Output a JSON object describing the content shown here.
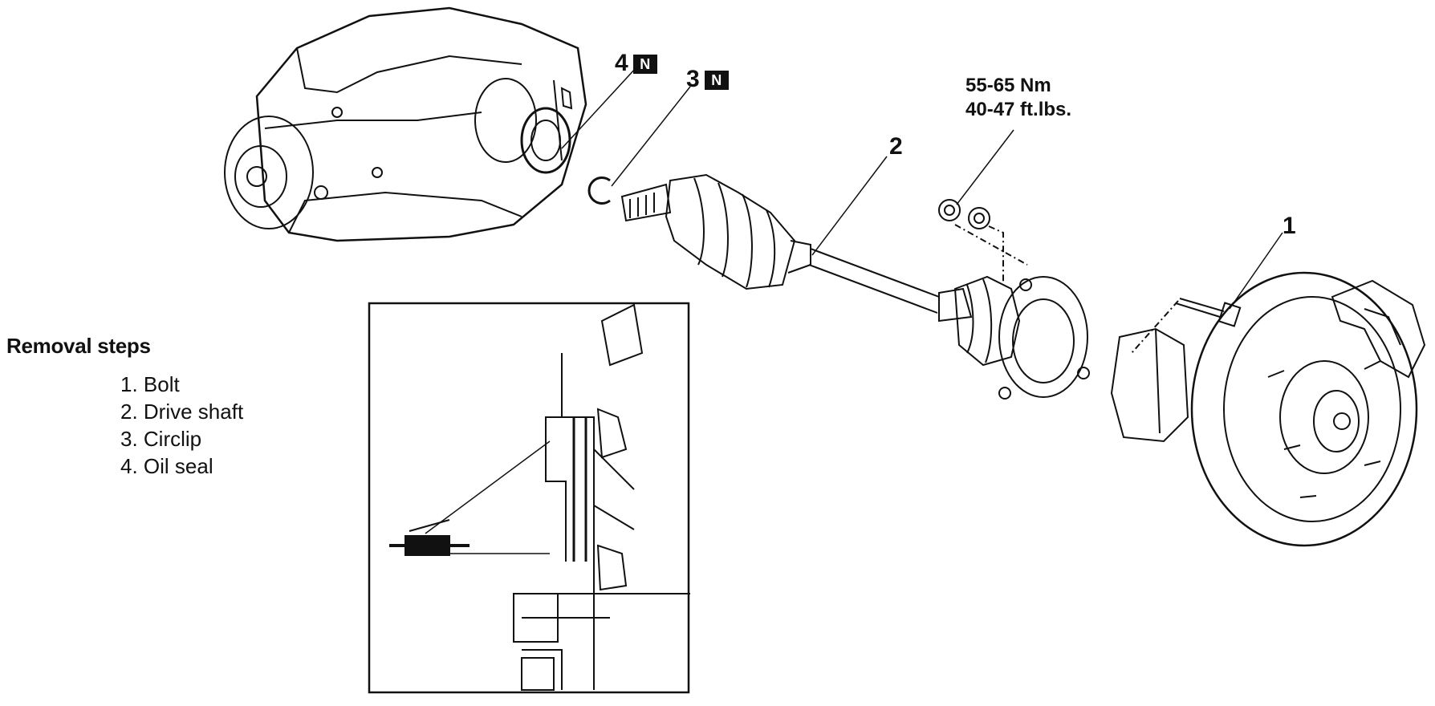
{
  "removal": {
    "heading": "Removal steps",
    "steps": [
      "1. Bolt",
      "2. Drive shaft",
      "3. Circlip",
      "4. Oil seal"
    ]
  },
  "callouts": {
    "c1": "1",
    "c2": "2",
    "c3": "3",
    "c4": "4",
    "badge_symbol": "N"
  },
  "torque": {
    "nm": "55-65 Nm",
    "ftlbs": "40-47 ft.lbs."
  },
  "colors": {
    "ink": "#111111",
    "paper": "#ffffff"
  }
}
